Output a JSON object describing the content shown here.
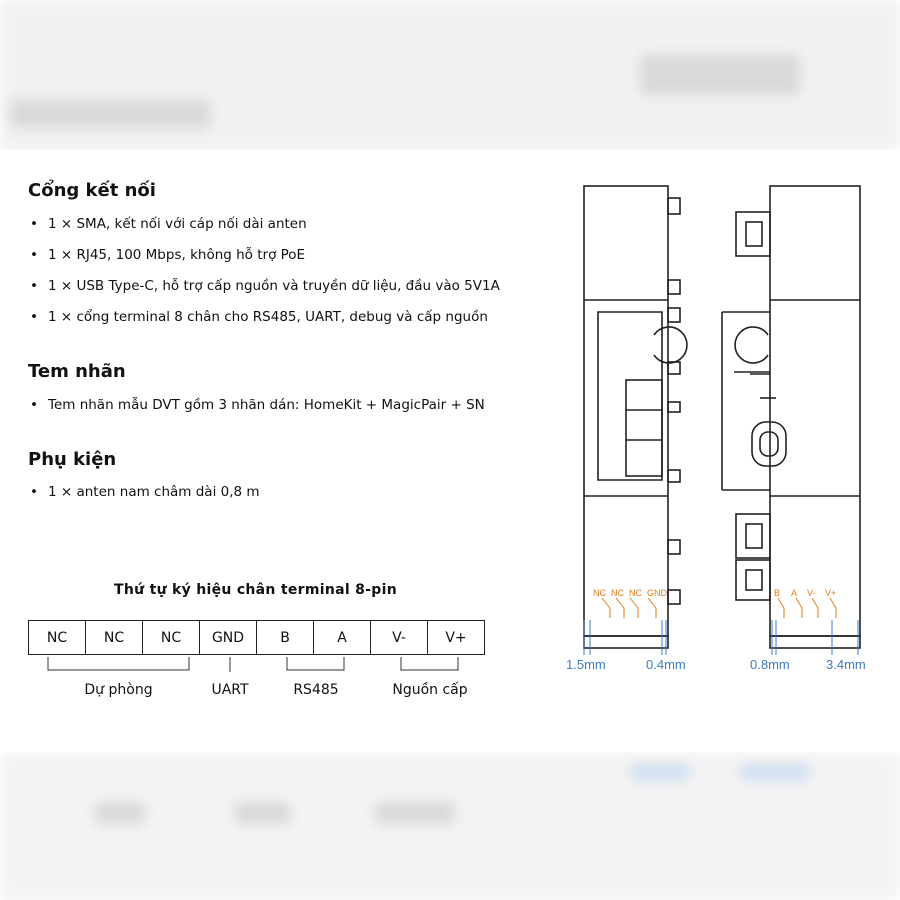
{
  "sections": [
    {
      "heading": "Cổng kết nối",
      "items": [
        "1 × SMA, kết nối với cáp nối dài anten",
        "1 × RJ45, 100 Mbps, không hỗ trợ PoE",
        "1 × USB Type-C, hỗ trợ cấp nguồn và truyền dữ liệu, đầu vào 5V1A",
        "1 × cổng terminal 8 chân cho RS485, UART, debug và cấp nguồn"
      ]
    },
    {
      "heading": "Tem nhãn",
      "items": [
        "Tem nhãn mẫu DVT gồm 3 nhãn dán: HomeKit + MagicPair + SN"
      ]
    },
    {
      "heading": "Phụ kiện",
      "items": [
        "1 × anten nam châm dài 0,8 m"
      ]
    }
  ],
  "terminal": {
    "title": "Thứ tự ký hiệu chân terminal 8-pin",
    "pins": [
      "NC",
      "NC",
      "NC",
      "GND",
      "B",
      "A",
      "V-",
      "V+"
    ],
    "groups": [
      "Dự phòng",
      "UART",
      "RS485",
      "Nguồn cấp"
    ]
  },
  "drawing": {
    "left_pins": [
      "NC",
      "NC",
      "NC",
      "GND"
    ],
    "right_pins": [
      "B",
      "A",
      "V-",
      "V+"
    ],
    "dims": [
      "1.5mm",
      "0.4mm",
      "0.8mm",
      "3.4mm"
    ],
    "colors": {
      "pin_label": "#e07b1a",
      "dimension": "#3a7cc6",
      "outline": "#222222"
    }
  }
}
